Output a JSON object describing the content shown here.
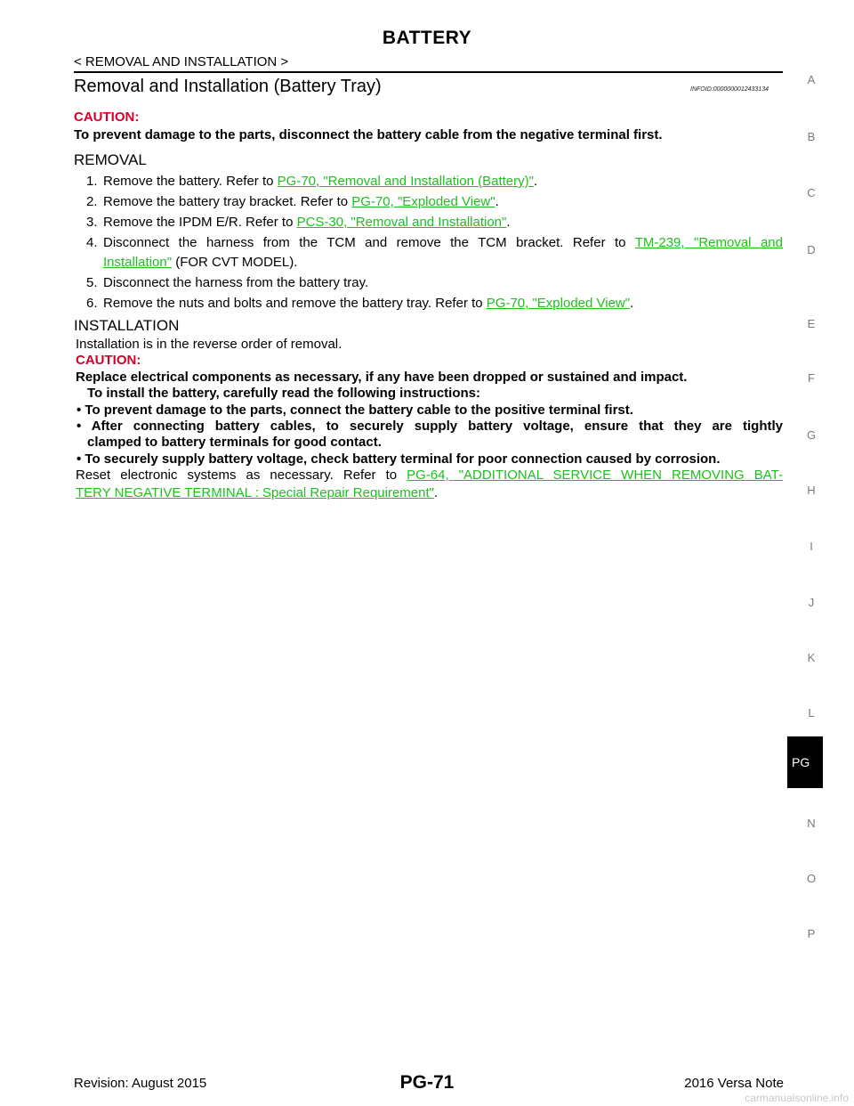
{
  "header": {
    "title": "BATTERY",
    "breadcrumb": "< REMOVAL AND INSTALLATION >"
  },
  "section": {
    "title": "Removal and Installation (Battery Tray)",
    "infoid": "INFOID:0000000012433134"
  },
  "caution1": {
    "label": "CAUTION:",
    "text": "To prevent damage to the parts, disconnect the battery cable from the negative terminal first."
  },
  "removal": {
    "heading": "REMOVAL",
    "steps": [
      {
        "num": "1.",
        "pre": "Remove the battery. Refer to ",
        "link": "PG-70, \"Removal and Installation (Battery)\"",
        "post": "."
      },
      {
        "num": "2.",
        "pre": "Remove the battery tray bracket. Refer to ",
        "link": "PG-70, \"Exploded View\"",
        "post": "."
      },
      {
        "num": "3.",
        "pre": "Remove the IPDM E/R. Refer to ",
        "link": "PCS-30, \"Removal and Installation\"",
        "post": "."
      },
      {
        "num": "4.",
        "pre": "Disconnect the harness from the TCM and remove the TCM bracket. Refer to ",
        "link": "TM-239, \"Removal and",
        "link2": "Installation\"",
        "post": " (FOR CVT MODEL)."
      },
      {
        "num": "5.",
        "text": "Disconnect the harness from the battery tray."
      },
      {
        "num": "6.",
        "pre": "Remove the nuts and bolts and remove the battery tray. Refer to ",
        "link": "PG-70, \"Exploded View\"",
        "post": "."
      }
    ]
  },
  "installation": {
    "heading": "INSTALLATION",
    "intro": "Installation is in the reverse order of removal.",
    "caution_label": "CAUTION:",
    "caution_text": "Replace electrical components as necessary, if any have been dropped or sustained and impact.",
    "caution_sub": "To install the battery, carefully read the following instructions:",
    "bullets": [
      {
        "line1": "To prevent damage to the parts, connect the battery cable to the positive terminal first."
      },
      {
        "line1": "After connecting battery cables, to securely supply battery voltage, ensure that they are tightly",
        "line2": "clamped to battery terminals for good contact."
      },
      {
        "line1": "To securely supply battery voltage, check battery terminal for poor connection caused by corrosion."
      }
    ],
    "reset_pre": "Reset electronic systems as necessary. Refer to ",
    "reset_link1": "PG-64, \"ADDITIONAL SERVICE WHEN REMOVING BAT-",
    "reset_link2": "TERY NEGATIVE TERMINAL : Special Repair Requirement\"",
    "reset_post": "."
  },
  "side_index": [
    "A",
    "B",
    "C",
    "D",
    "E",
    "F",
    "G",
    "H",
    "I",
    "J",
    "K",
    "L",
    "N",
    "O",
    "P"
  ],
  "side_tab": "PG",
  "footer": {
    "revision": "Revision: August 2015",
    "page": "PG-71",
    "model": "2016 Versa Note",
    "watermark": "carmanualsonline.info"
  },
  "colors": {
    "caution": "#d4002a",
    "link": "#1fbf1f",
    "index": "#7a7a7a"
  }
}
